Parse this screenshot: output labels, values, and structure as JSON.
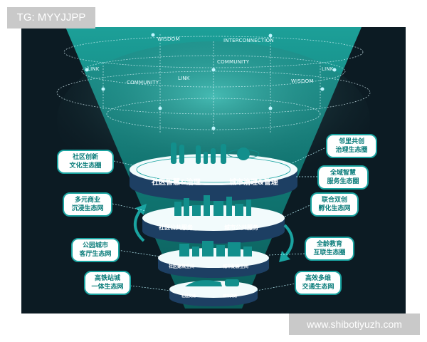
{
  "watermark_tl": "TG: MYYJJPP",
  "watermark_br": "www.shibotiyuzh.com",
  "network_labels": {
    "wisdom_top": "WISDOM",
    "interconnection": "INTERCONNECTION",
    "link_left": "LINK",
    "link_right": "LINK",
    "community_top": "COMMUNITY",
    "link_mid": "LINK",
    "community_left": "COMMUNITY",
    "wisdom_right": "WISDOM"
  },
  "tiers": {
    "t1_left": "社区智慧&治理",
    "t1_right": "城市治理&管理",
    "t2_left": "社区公共服务",
    "t2_right": "城市公共服务",
    "t3_left": "社区建筑空间",
    "t3_right": "城市配套空间",
    "t4_left": "社区交通",
    "t4_right": "城市交通"
  },
  "left_eco": [
    {
      "line1": "社区创新",
      "line2": "文化生态圈"
    },
    {
      "line1": "多元商业",
      "line2": "沉浸生态网"
    },
    {
      "line1": "公园城市",
      "line2": "客厅生态网"
    },
    {
      "line1": "高铁站城",
      "line2": "一体生态网"
    }
  ],
  "right_eco": [
    {
      "line1": "邻里共创",
      "line2": "治理生态圈"
    },
    {
      "line1": "全域智慧",
      "line2": "服务生态圈"
    },
    {
      "line1": "联合双创",
      "line2": "孵化生态网"
    },
    {
      "line1": "全龄教育",
      "line2": "互联生态圈"
    },
    {
      "line1": "高效多维",
      "line2": "交通生态网"
    }
  ],
  "colors": {
    "background": "#0c1b23",
    "teal": "#1aa4a1",
    "ribbon": "#1d3f63",
    "disc": "#ffffff"
  }
}
